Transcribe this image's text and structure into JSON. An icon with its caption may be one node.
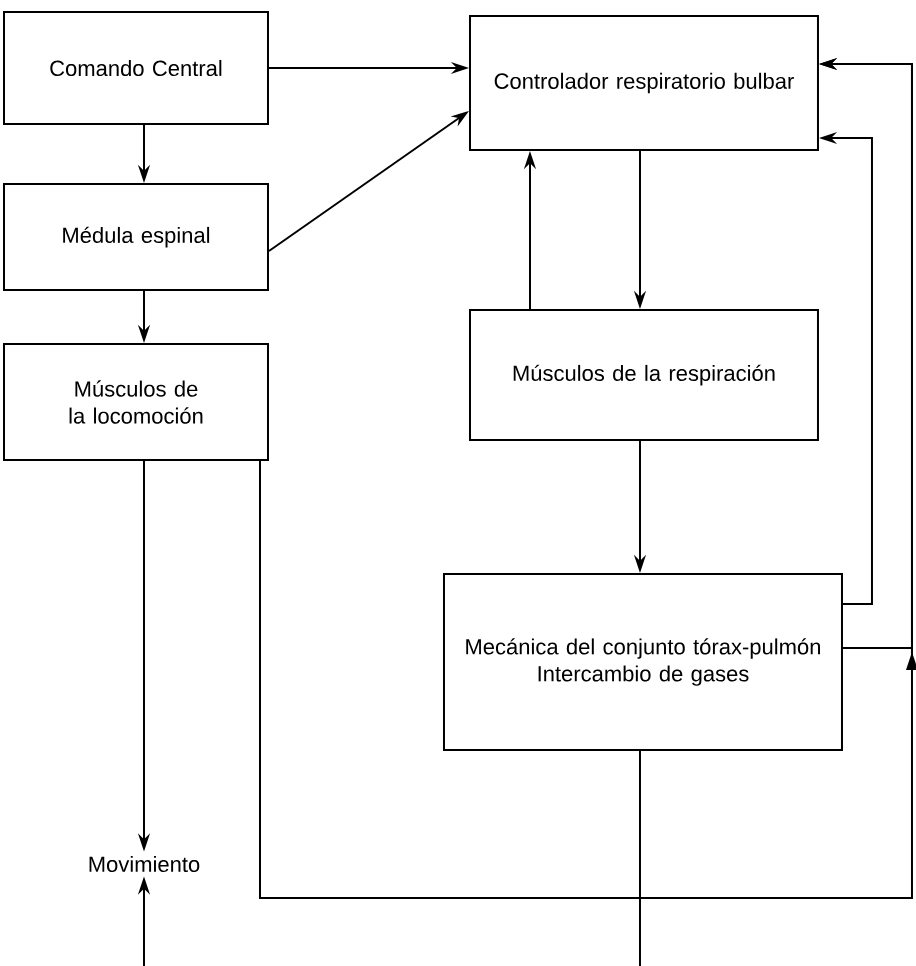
{
  "diagram": {
    "nodes": [
      {
        "text": [
          "Comando Central"
        ]
      },
      {
        "text": [
          "Médula espinal"
        ]
      },
      {
        "text": [
          "Músculos de la locomoción"
        ]
      },
      {
        "text": [
          "Controlador respiratorio bulbar"
        ]
      },
      {
        "text": [
          "Músculos de la respiración"
        ]
      },
      {
        "text": [
          "Mecánica del conjunto tórax-pulmón",
          "Intercambio de gases"
        ]
      },
      {
        "text": [
          "Movimiento"
        ]
      }
    ],
    "edges": [
      {
        "from": 0,
        "to": 3,
        "arrow": "to"
      },
      {
        "from": 0,
        "to": 1,
        "arrow": "to"
      },
      {
        "from": 1,
        "to": 3,
        "arrow": "to"
      },
      {
        "from": 1,
        "to": 2,
        "arrow": "to"
      },
      {
        "from": 2,
        "to": 6,
        "arrow": "to"
      },
      {
        "from": 3,
        "to": 4,
        "arrow": "to"
      },
      {
        "from": 4,
        "to": 3,
        "arrow": "to"
      },
      {
        "from": 4,
        "to": 5,
        "arrow": "to"
      },
      {
        "from": 5,
        "to": 3,
        "arrow": "to"
      },
      {
        "from": 5,
        "to": 3,
        "arrow": "to"
      },
      {
        "from": 2,
        "to": 3,
        "arrow": "to"
      },
      {
        "from": 5,
        "to": null,
        "arrow": "none"
      },
      {
        "from": null,
        "to": 6,
        "arrow": "to"
      }
    ]
  }
}
